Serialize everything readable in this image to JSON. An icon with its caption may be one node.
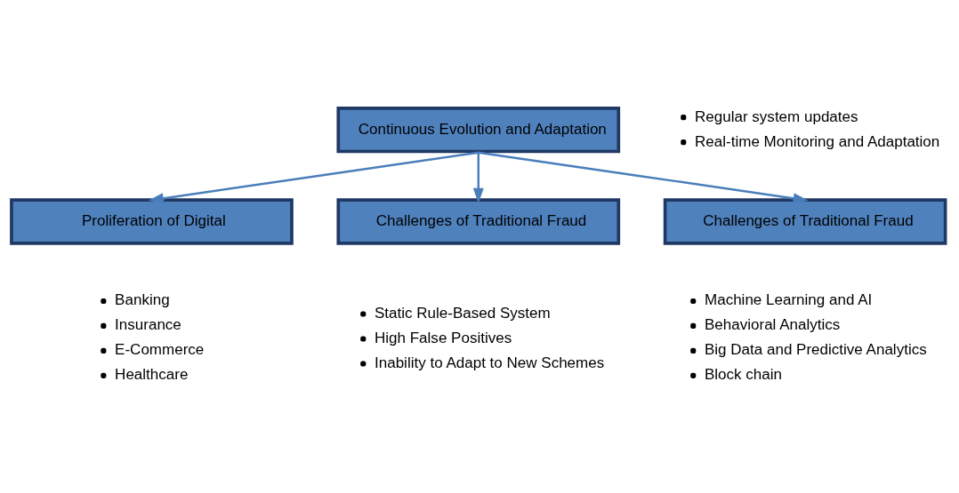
{
  "diagram": {
    "nodes": [
      {
        "text": [
          "Continuous Evolution and Adaptation"
        ],
        "beside": [
          "Regular system updates",
          "Real-time Monitoring and Adaptation"
        ]
      },
      {
        "text": [
          "Proliferation of Digital"
        ],
        "beside": [
          "Banking",
          "Insurance",
          "E-Commerce",
          "Healthcare"
        ]
      },
      {
        "text": [
          "Challenges of Traditional Fraud"
        ],
        "beside": [
          "Static Rule-Based System",
          "High False Positives",
          "Inability to Adapt to New Schemes"
        ]
      },
      {
        "text": [
          "Challenges of Traditional Fraud"
        ],
        "beside": [
          "Machine Learning and AI",
          "Behavioral Analytics",
          "Big Data and Predictive Analytics",
          "Block chain"
        ]
      }
    ],
    "edges": [
      {
        "from": 0,
        "to": 1,
        "arrow": "to"
      },
      {
        "from": 0,
        "to": 2,
        "arrow": "to"
      },
      {
        "from": 0,
        "to": 3,
        "arrow": "to"
      }
    ]
  }
}
